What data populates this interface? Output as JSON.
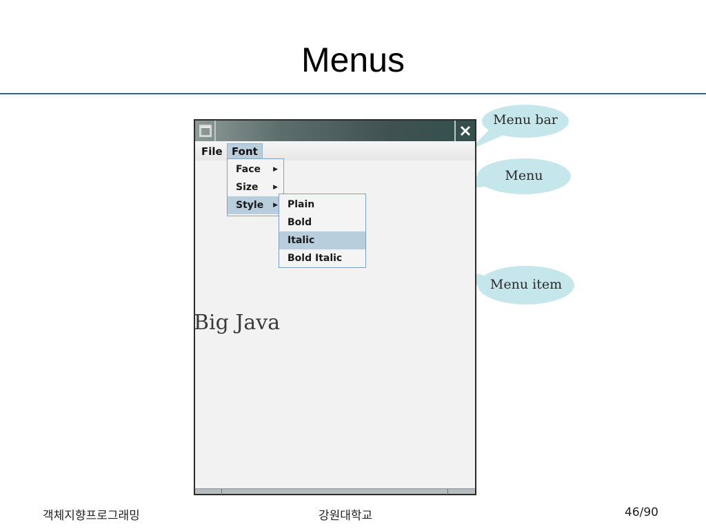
{
  "slide": {
    "title": "Menus"
  },
  "window": {
    "menubar": [
      {
        "label": "File"
      },
      {
        "label": "Font"
      }
    ],
    "font_menu": [
      {
        "label": "Face",
        "has_submenu": true
      },
      {
        "label": "Size",
        "has_submenu": true
      },
      {
        "label": "Style",
        "has_submenu": true,
        "selected": true
      }
    ],
    "style_submenu": [
      {
        "label": "Plain"
      },
      {
        "label": "Bold"
      },
      {
        "label": "Italic",
        "selected": true
      },
      {
        "label": "Bold Italic"
      }
    ],
    "content_text": "Big Java",
    "titlebar_gradient": [
      "#8e9b98",
      "#34504d"
    ],
    "selection_color": "#b9cedd"
  },
  "callouts": {
    "menu_bar": "Menu bar",
    "menu": "Menu",
    "menu_item": "Menu item",
    "bubble_color": "#c5e6ea"
  },
  "footer": {
    "left": "객체지향프로그래밍",
    "center": "강원대학교",
    "page": "46/90"
  }
}
